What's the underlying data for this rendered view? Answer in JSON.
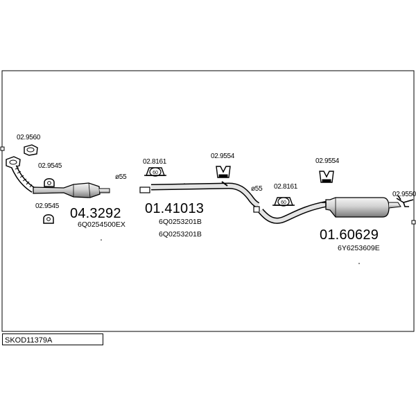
{
  "diagram_code": "SKOD11379A",
  "parts": [
    {
      "id": "p1",
      "ref": "02.9560"
    },
    {
      "id": "p2",
      "ref": "02.9545"
    },
    {
      "id": "p3",
      "ref": "02.9545"
    },
    {
      "id": "p4",
      "ref": "ø55"
    },
    {
      "id": "p5",
      "ref": "04.3292",
      "oem": "6Q0254500EX"
    },
    {
      "id": "p6",
      "ref": "02.8161"
    },
    {
      "id": "p7",
      "ref": "01.41013",
      "oem": "6Q0253201B",
      "oem2": "6Q0253201B"
    },
    {
      "id": "p8",
      "ref": "02.9554"
    },
    {
      "id": "p9",
      "ref": "ø55"
    },
    {
      "id": "p10",
      "ref": "02.8161"
    },
    {
      "id": "p11",
      "ref": "02.9554"
    },
    {
      "id": "p12",
      "ref": "01.60629",
      "oem": "6Y6253609E"
    },
    {
      "id": "p13",
      "ref": "02.9550"
    }
  ],
  "clamp_label": "60",
  "colors": {
    "line": "#000000",
    "part_fill": "#ffffff",
    "shade": "#c8c8c8"
  }
}
